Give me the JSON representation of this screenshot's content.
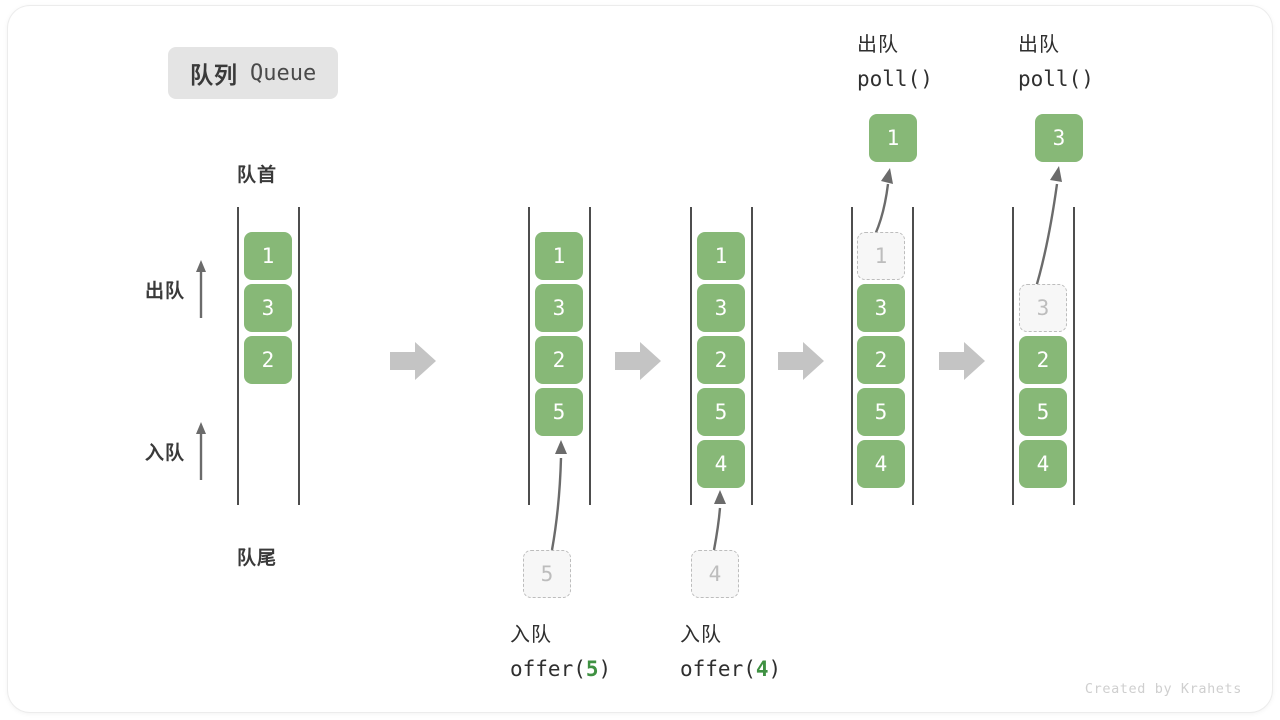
{
  "title": {
    "cn": "队列",
    "en": "Queue"
  },
  "labels": {
    "front": "队首",
    "rear": "队尾",
    "dequeue": "出队",
    "enqueue": "入队"
  },
  "colors": {
    "element": "#87b877",
    "ghost_fill": "#f7f7f7",
    "ghost_border": "#bdbdbd",
    "rail": "#4d4d4d",
    "flow_arrow": "#c4c4c4",
    "motion_arrow": "#6b6b6b",
    "accent_text": "#3f9142",
    "badge_bg": "#e4e4e4"
  },
  "stages": [
    {
      "id": "initial",
      "elements": [
        "1",
        "3",
        "2"
      ],
      "ghost": null,
      "caption_cn": null,
      "caption_code": null
    },
    {
      "id": "after-offer-5",
      "elements": [
        "1",
        "3",
        "2",
        "5"
      ],
      "ghost": {
        "value": "5",
        "position": "below"
      },
      "caption_cn": "入队",
      "caption_code_prefix": "offer(",
      "caption_arg": "5",
      "caption_code_suffix": ")"
    },
    {
      "id": "after-offer-4",
      "elements": [
        "1",
        "3",
        "2",
        "5",
        "4"
      ],
      "ghost": {
        "value": "4",
        "position": "below"
      },
      "caption_cn": "入队",
      "caption_code_prefix": "offer(",
      "caption_arg": "4",
      "caption_code_suffix": ")"
    },
    {
      "id": "after-poll-1",
      "elements": [
        "3",
        "2",
        "5",
        "4"
      ],
      "ghost": {
        "value": "1",
        "position": "top-slot"
      },
      "popped": "1",
      "caption_cn": "出队",
      "caption_code": "poll()"
    },
    {
      "id": "after-poll-3",
      "elements": [
        "2",
        "5",
        "4"
      ],
      "ghost": {
        "value": "3",
        "position": "second-slot"
      },
      "popped": "3",
      "caption_cn": "出队",
      "caption_code": "poll()"
    }
  ],
  "watermark": "Created by Krahets"
}
